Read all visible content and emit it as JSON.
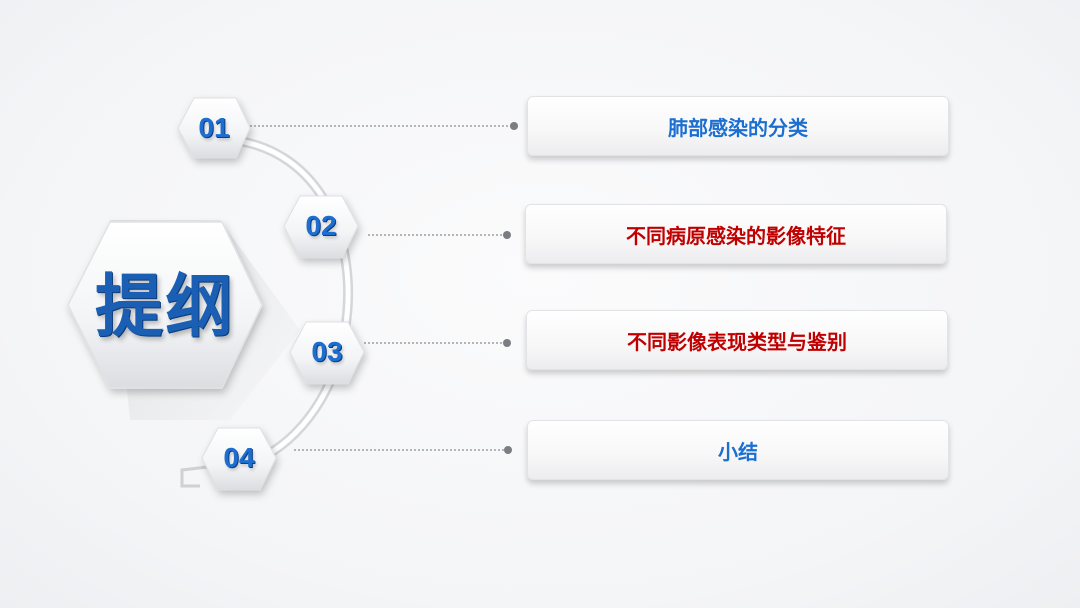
{
  "title": "提纲",
  "items": [
    {
      "number": "01",
      "label": "肺部感染的分类",
      "color": "#1b6fd1"
    },
    {
      "number": "02",
      "label": "不同病原感染的影像特征",
      "color": "#c00000"
    },
    {
      "number": "03",
      "label": "不同影像表现类型与鉴别",
      "color": "#c00000"
    },
    {
      "number": "04",
      "label": "小结",
      "color": "#1b6fd1"
    }
  ],
  "colors": {
    "accent_blue": "#1b6fd1",
    "accent_red": "#c00000"
  }
}
